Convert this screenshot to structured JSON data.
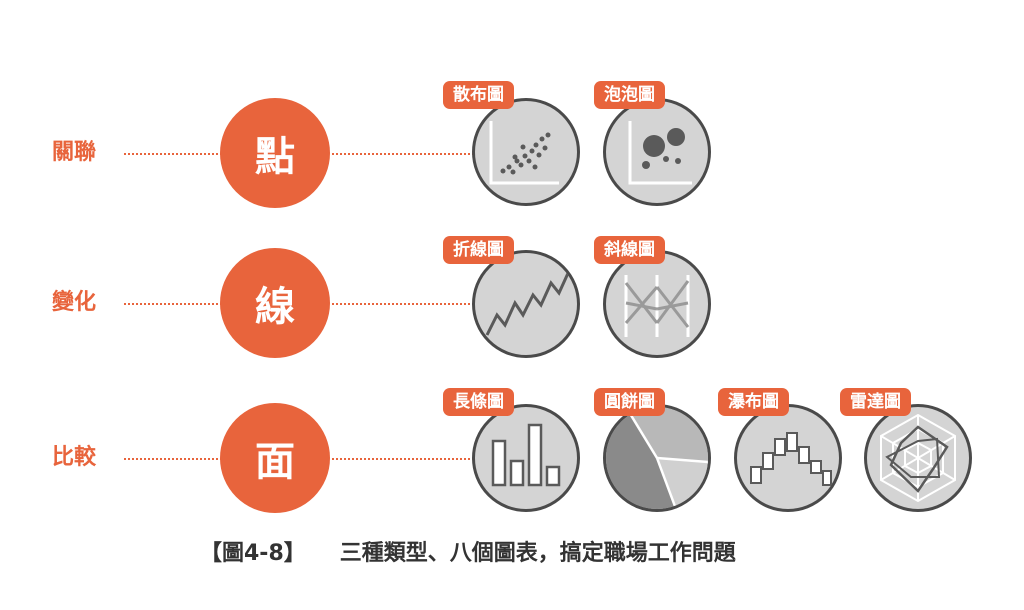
{
  "rows": [
    {
      "label": "關聯",
      "circle": "點"
    },
    {
      "label": "變化",
      "circle": "線"
    },
    {
      "label": "比較",
      "circle": "面"
    }
  ],
  "charts": {
    "scatter": "散布圖",
    "bubble": "泡泡圖",
    "line": "折線圖",
    "slope": "斜線圖",
    "bar": "長條圖",
    "pie": "圓餅圖",
    "waterfall": "瀑布圖",
    "radar": "雷達圖"
  },
  "caption": {
    "figure": "【圖4-8】",
    "text": "三種類型、八個圖表，搞定職場工作問題"
  },
  "colors": {
    "accent": "#e8643c",
    "icon_bg": "#d4d4d4",
    "icon_border": "#4a4a4a",
    "icon_stroke": "#ffffff"
  }
}
